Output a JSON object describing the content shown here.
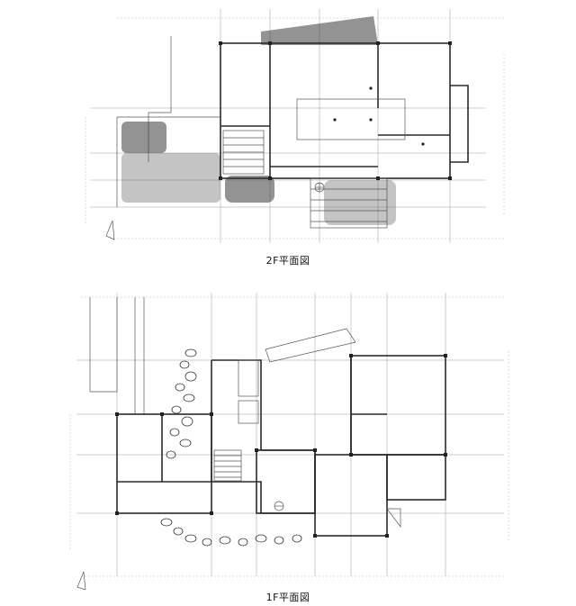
{
  "drawings": [
    {
      "id": "2f",
      "caption": "2F平面図"
    },
    {
      "id": "1f",
      "caption": "1F平面図"
    }
  ]
}
